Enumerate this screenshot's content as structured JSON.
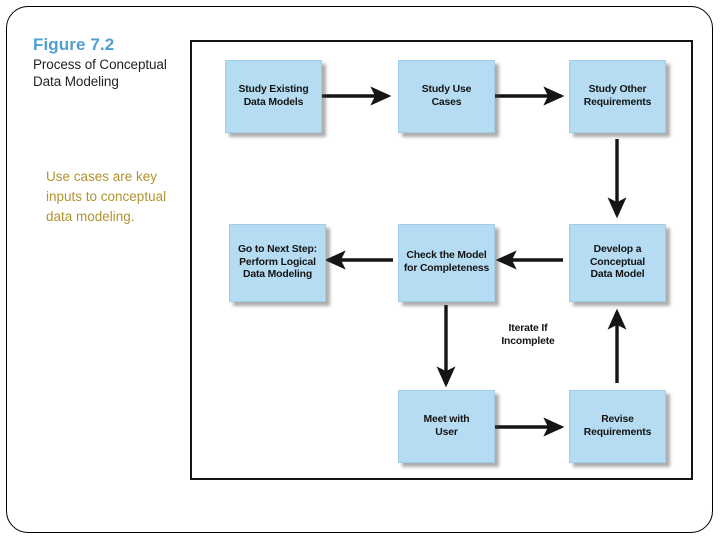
{
  "slide": {
    "figure_number": "Figure 7.2",
    "figure_caption": "Process of Conceptual\nData Modeling",
    "callout_note": "Use cases are key inputs to conceptual data modeling.",
    "accent_color": "#4f9fd0",
    "callout_color": "#b39330",
    "box_fill_color": "#b5dcf2",
    "frame_color": "#151515"
  },
  "diagram": {
    "type": "flowchart",
    "title": "Process of Conceptual Data Modeling",
    "nodes": [
      {
        "id": "study-existing-data-models",
        "label": "Study Existing\nData Models",
        "row": 1,
        "col": 1
      },
      {
        "id": "study-use-cases",
        "label": "Study Use\nCases",
        "row": 1,
        "col": 2
      },
      {
        "id": "study-other-requirements",
        "label": "Study Other\nRequirements",
        "row": 1,
        "col": 3
      },
      {
        "id": "develop-conceptual-model",
        "label": "Develop a\nConceptual\nData Model",
        "row": 2,
        "col": 3
      },
      {
        "id": "check-model-completeness",
        "label": "Check the Model\nfor Completeness",
        "row": 2,
        "col": 2
      },
      {
        "id": "go-to-next-step",
        "label": "Go to Next Step:\nPerform Logical\nData Modeling",
        "row": 2,
        "col": 1
      },
      {
        "id": "meet-with-user",
        "label": "Meet with\nUser",
        "row": 3,
        "col": 2
      },
      {
        "id": "revise-requirements",
        "label": "Revise\nRequirements",
        "row": 3,
        "col": 3
      }
    ],
    "edges": [
      {
        "from": "study-existing-data-models",
        "to": "study-use-cases",
        "direction": "right",
        "label": ""
      },
      {
        "from": "study-use-cases",
        "to": "study-other-requirements",
        "direction": "right",
        "label": ""
      },
      {
        "from": "study-other-requirements",
        "to": "develop-conceptual-model",
        "direction": "down",
        "label": ""
      },
      {
        "from": "develop-conceptual-model",
        "to": "check-model-completeness",
        "direction": "left",
        "label": ""
      },
      {
        "from": "check-model-completeness",
        "to": "go-to-next-step",
        "direction": "left",
        "label": ""
      },
      {
        "from": "check-model-completeness",
        "to": "meet-with-user",
        "direction": "down",
        "label": ""
      },
      {
        "from": "meet-with-user",
        "to": "revise-requirements",
        "direction": "right",
        "label": ""
      },
      {
        "from": "revise-requirements",
        "to": "develop-conceptual-model",
        "direction": "up",
        "label": "Iterate If\nIncomplete"
      }
    ],
    "edge_label_iterate": "Iterate If\nIncomplete"
  }
}
